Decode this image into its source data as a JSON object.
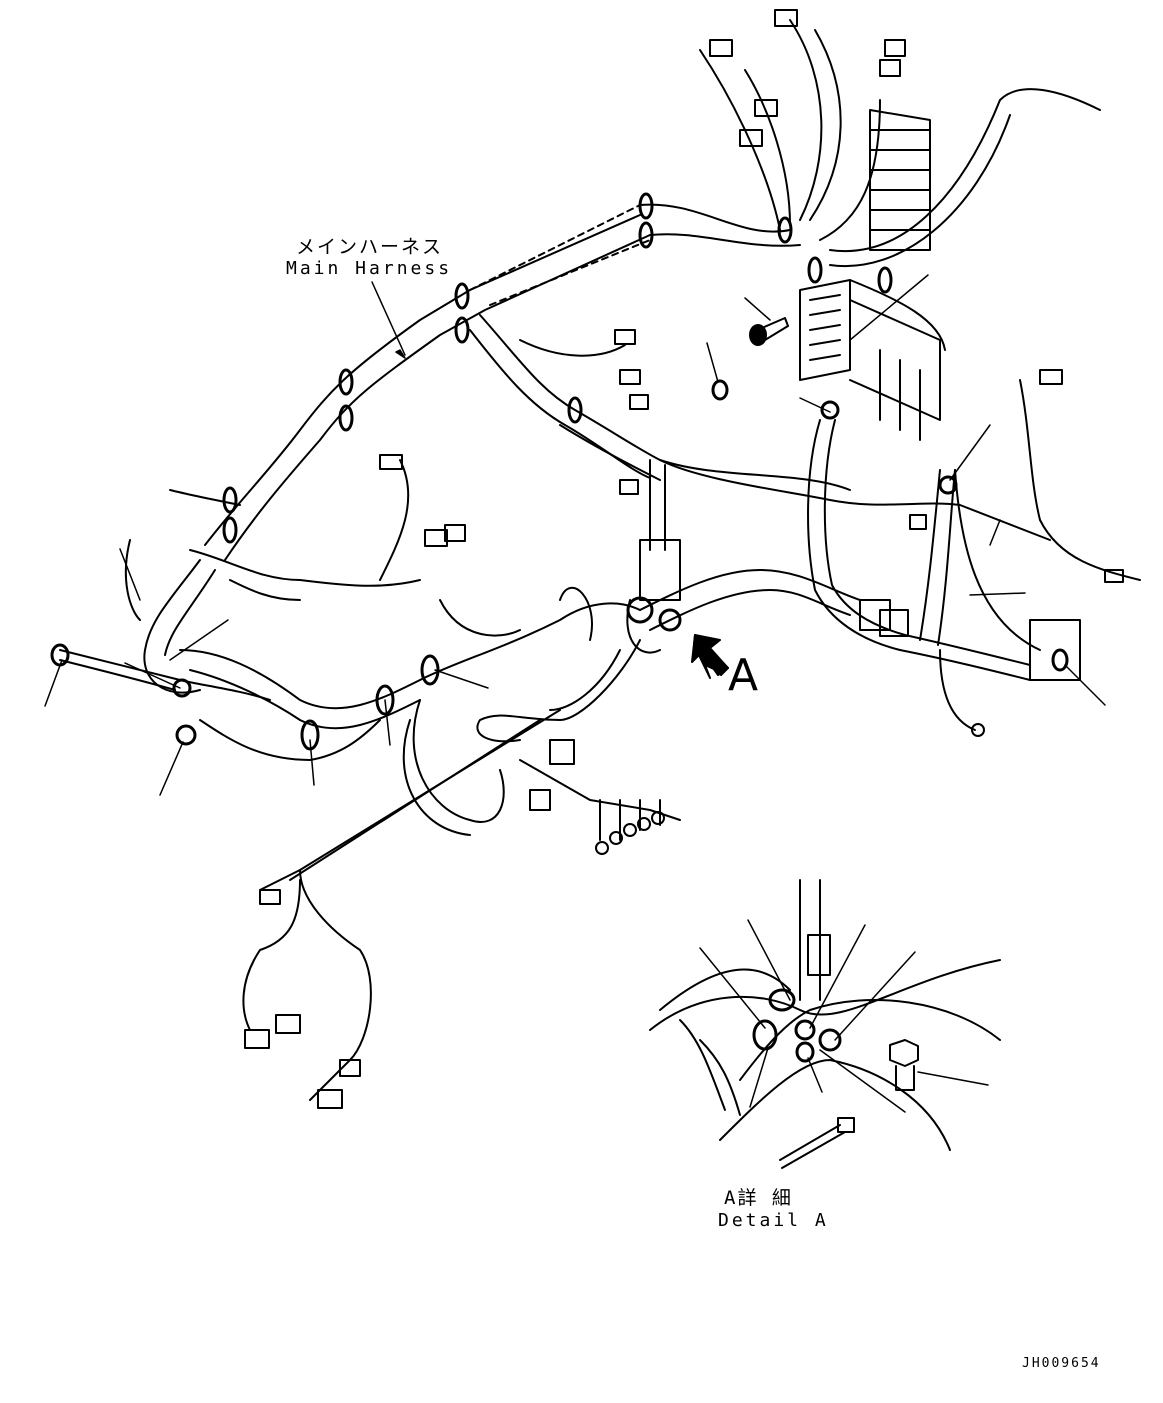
{
  "labels": {
    "main_harness_jp": "メインハーネス",
    "main_harness_en": "Main Harness",
    "view_arrow_letter": "A",
    "detail_jp": "A詳 細",
    "detail_en": "Detail A",
    "drawing_code": "JH009654"
  },
  "icons": [
    "leader-arrow-icon",
    "view-arrow-icon",
    "bolt-icon",
    "clamp-icon",
    "connector-icon",
    "fuse-box-icon",
    "ring-terminal-icon"
  ]
}
